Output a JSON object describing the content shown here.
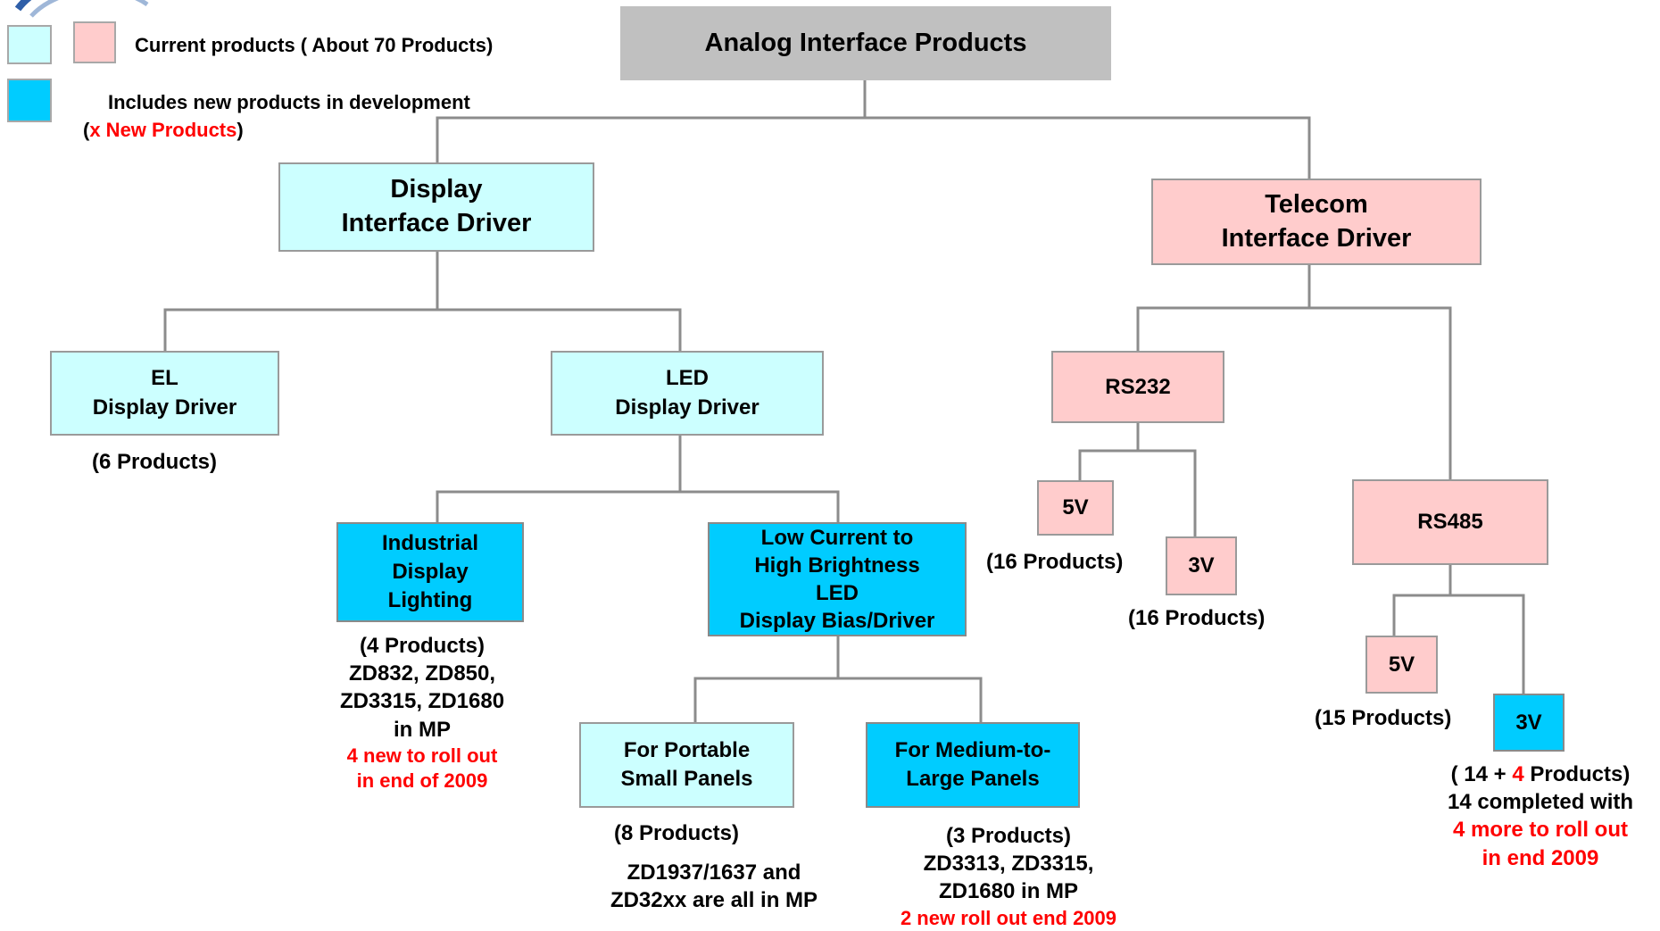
{
  "legend": {
    "current": "Current products ( About 70 Products)",
    "new_dev": "Includes new products in development",
    "new_note_open": "(",
    "new_note_x": "x  New Products",
    "new_note_close": ")"
  },
  "colors": {
    "cyan": "#ccffff",
    "pink": "#ffcccc",
    "blue": "#00ccff",
    "root": "#c0c0c0",
    "red": "#ff0000"
  },
  "root": "Analog Interface Products",
  "display": {
    "line1": "Display",
    "line2": "Interface Driver"
  },
  "telecom": {
    "line1": "Telecom",
    "line2": "Interface Driver"
  },
  "el": {
    "line1": "EL",
    "line2": "Display Driver",
    "count": "(6 Products)"
  },
  "led": {
    "line1": "LED",
    "line2": "Display Driver"
  },
  "industrial": {
    "line1": "Industrial",
    "line2": "Display",
    "line3": "Lighting",
    "note1": "(4 Products)",
    "note2": "ZD832, ZD850,",
    "note3": "ZD3315, ZD1680",
    "note4": "in MP",
    "red1": "4 new to roll out",
    "red2": "in end of 2009"
  },
  "lowcurrent": {
    "line1": "Low Current to",
    "line2": "High Brightness",
    "line3": "LED",
    "line4": "Display Bias/Driver"
  },
  "portable": {
    "line1": "For Portable",
    "line2": "Small Panels",
    "note1": "(8 Products)",
    "note2": "ZD1937/1637 and",
    "note3": "ZD32xx are all in MP"
  },
  "medium": {
    "line1": "For Medium-to-",
    "line2": "Large Panels",
    "note1": "(3 Products)",
    "note2": "ZD3313, ZD3315,",
    "note3": "ZD1680 in MP",
    "red1": "2 new roll out end 2009"
  },
  "rs232": {
    "label": "RS232",
    "v5": "5V",
    "v5_count": "(16 Products)",
    "v3": "3V",
    "v3_count": "(16 Products)"
  },
  "rs485": {
    "label": "RS485",
    "v5": "5V",
    "v5_count": "(15 Products)",
    "v3": "3V",
    "note_open": "( 14 + ",
    "note_red": "4",
    "note_close": " Products)",
    "note2": "14 completed with",
    "red1": "4 more to roll out",
    "red2": "in end 2009"
  }
}
